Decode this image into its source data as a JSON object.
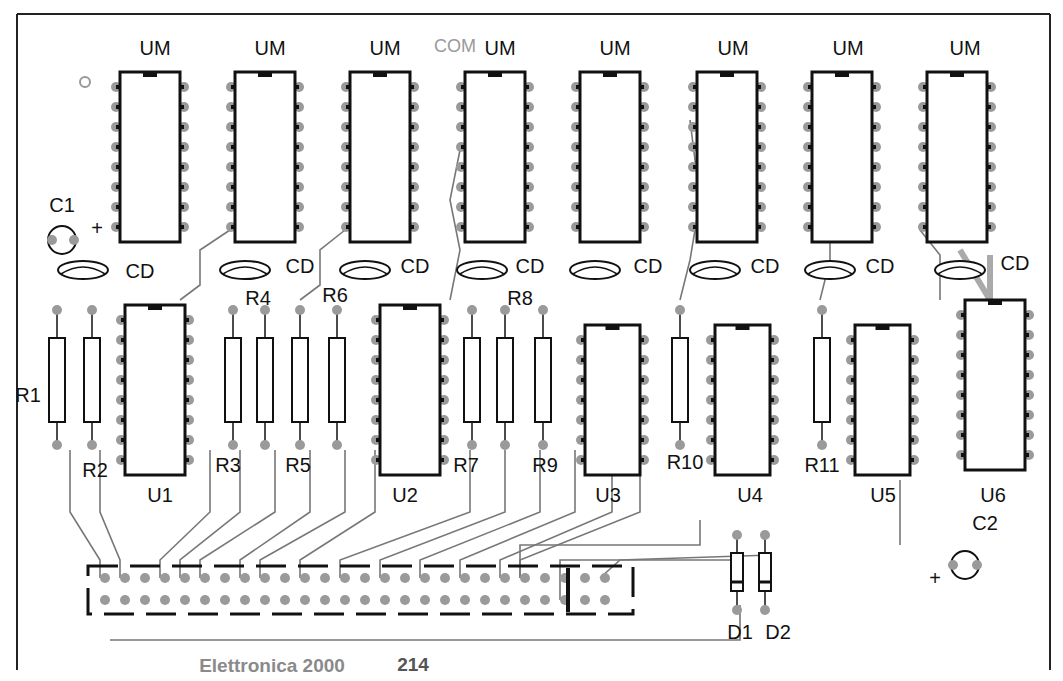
{
  "diagram": {
    "labels": [
      "UM",
      "UM",
      "UM",
      "UM",
      "UM",
      "UM",
      "UM",
      "UM",
      "COM",
      "C1",
      "+",
      "CD",
      "CD",
      "CD",
      "CD",
      "CD",
      "CD",
      "CD",
      "CD",
      "R4",
      "R6",
      "R8",
      "R1",
      "R2",
      "R3",
      "R5",
      "R7",
      "R9",
      "R10",
      "R11",
      "U1",
      "U2",
      "U3",
      "U4",
      "U5",
      "U6",
      "+",
      "C2",
      "D1",
      "D2",
      "Elettronica 2000",
      "214"
    ]
  }
}
